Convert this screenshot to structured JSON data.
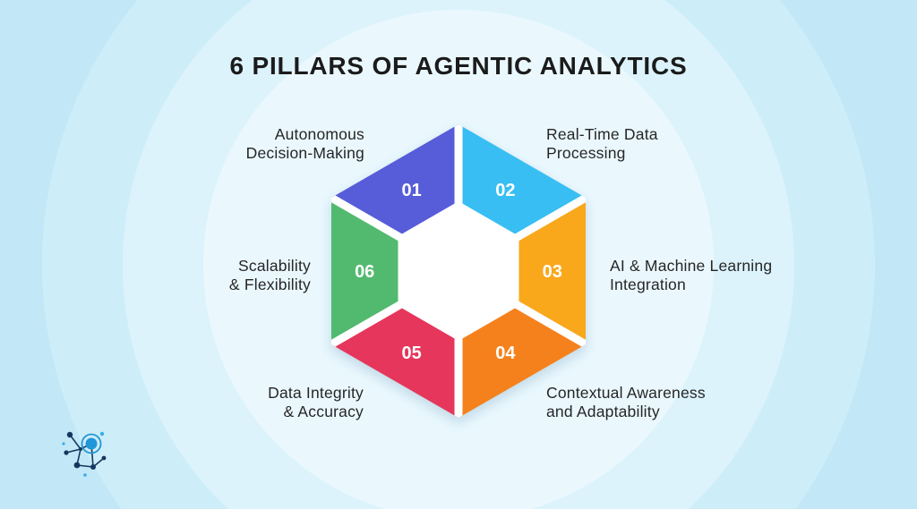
{
  "title": "6 PILLARS OF AGENTIC ANALYTICS",
  "pillars": [
    {
      "number": "01",
      "label_line1": "Autonomous",
      "label_line2": "Decision-Making",
      "color": "#575CD8"
    },
    {
      "number": "02",
      "label_line1": "Real-Time Data",
      "label_line2": "Processing",
      "color": "#38BEF2"
    },
    {
      "number": "03",
      "label_line1": "AI & Machine Learning",
      "label_line2": "Integration",
      "color": "#F9A71B"
    },
    {
      "number": "04",
      "label_line1": "Contextual Awareness",
      "label_line2": "and Adaptability",
      "color": "#F5811C"
    },
    {
      "number": "05",
      "label_line1": "Data Integrity",
      "label_line2": "& Accuracy",
      "color": "#E6365B"
    },
    {
      "number": "06",
      "label_line1": "Scalability",
      "label_line2": "& Flexibility",
      "color": "#52BA6F"
    }
  ],
  "palette": {
    "background_rings": [
      "#eaf8fe",
      "#dcf3fc",
      "#cdedf9",
      "#c2e7f6"
    ],
    "gap_color": "#ffffff",
    "text_color": "#262626",
    "number_color": "#ffffff"
  },
  "logo": {
    "name": "network-molecule-logo",
    "primary_color": "#2196d6",
    "secondary_color": "#15375e"
  }
}
